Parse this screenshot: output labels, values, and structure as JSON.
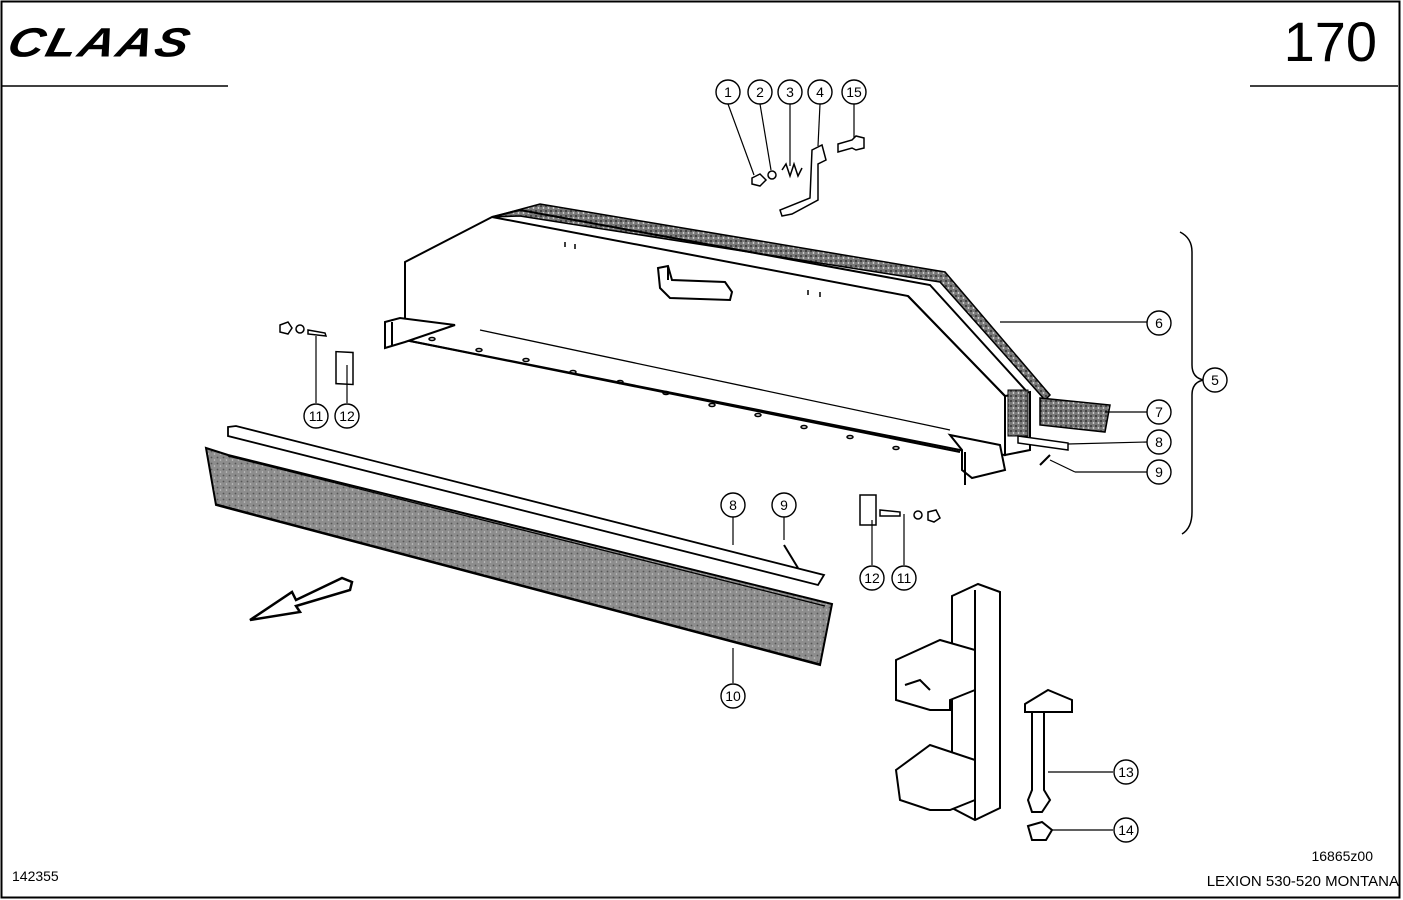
{
  "header": {
    "brand": "CLAAS",
    "page_number": "170"
  },
  "footer": {
    "ref_left": "142355",
    "ref_right": "16865z00",
    "model": "LEXION 530-520 MONTANA"
  },
  "callouts": {
    "c1": "1",
    "c2": "2",
    "c3": "3",
    "c4": "4",
    "c15": "15",
    "c11a": "11",
    "c12a": "12",
    "c6": "6",
    "c5": "5",
    "c7": "7",
    "c8a": "8",
    "c9a": "9",
    "c8b": "8",
    "c9b": "9",
    "c12b": "12",
    "c11b": "11",
    "c10": "10",
    "c13": "13",
    "c14": "14"
  }
}
